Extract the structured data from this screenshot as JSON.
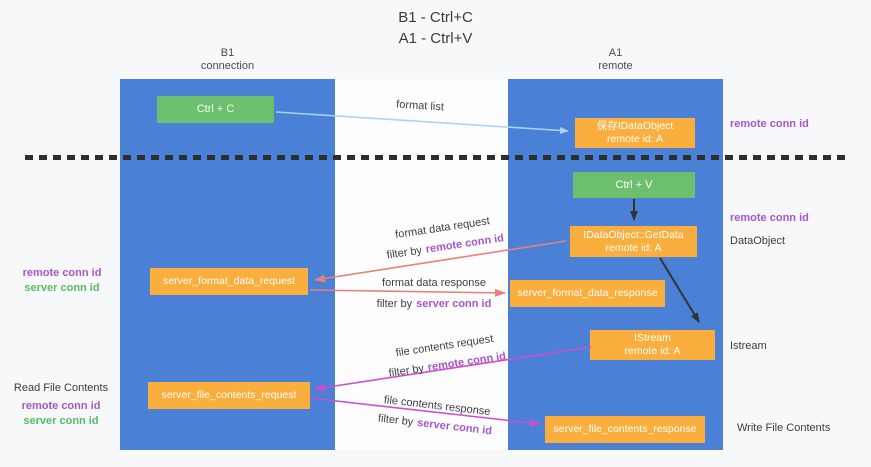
{
  "title": {
    "line1": "B1 - Ctrl+C",
    "line2": "A1 - Ctrl+V"
  },
  "columns": {
    "left": {
      "title": "B1",
      "subtitle": "connection"
    },
    "right": {
      "title": "A1",
      "subtitle": "remote"
    }
  },
  "nodes": {
    "ctrl_c": "Ctrl + C",
    "ctrl_v": "Ctrl + V",
    "save_dataobject": {
      "line1": "保存IDataObject",
      "line2": "remote id: A"
    },
    "getdata": {
      "line1": "IDataObject::GetData",
      "line2": "remote id: A"
    },
    "istream": {
      "line1": "IStream",
      "line2": "remote id: A"
    },
    "format_request": "server_format_data_request",
    "format_response": "server_format_data_response",
    "file_request": "server_file_contents_request",
    "file_response": "server_file_contents_response"
  },
  "arrow_labels": {
    "format_list": "format list",
    "format_data_request": "format data request",
    "format_data_response": "format data response",
    "file_contents_request": "file contents request",
    "file_contents_response": "file contents response",
    "filter_by": "filter by"
  },
  "side_labels": {
    "remote_conn_id": "remote conn id",
    "server_conn_id": "server conn id",
    "dataobject": "DataObject",
    "istream": "Istream",
    "read_file_contents": "Read File Contents",
    "write_file_contents": "Write File Contents"
  },
  "colors": {
    "lane_blue": "#4a80d5",
    "node_green": "#6cbf6d",
    "node_orange": "#f9ae3d",
    "arrow_light_blue": "#a9d3f1",
    "arrow_black": "#333333",
    "arrow_salmon": "#e5827a",
    "arrow_magenta": "#cb50cb",
    "text_purple": "#a855cb",
    "text_green": "#57bb63",
    "dashed_line": "#2e2e2e"
  }
}
